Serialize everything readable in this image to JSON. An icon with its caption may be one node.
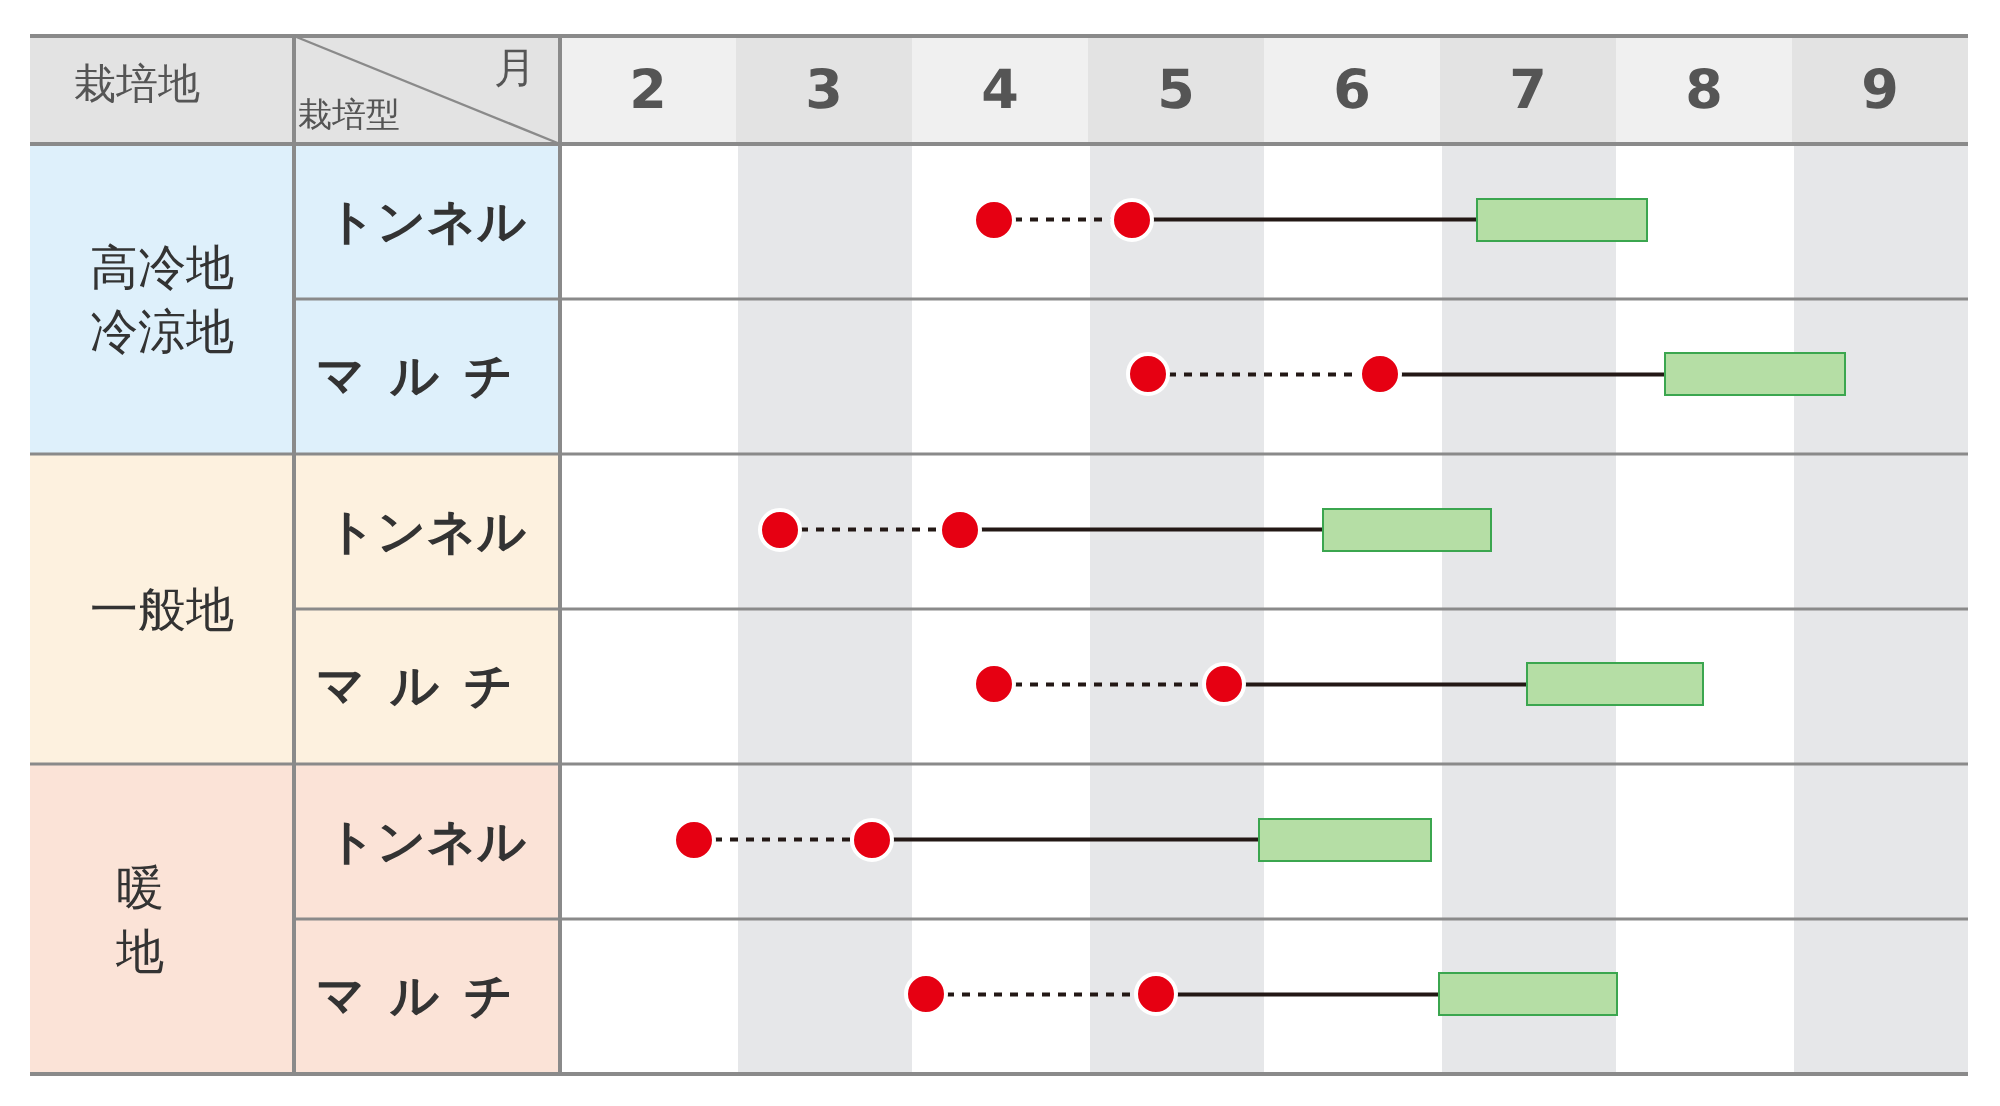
{
  "diagram": {
    "nodes": [
      {
        "text": [],
        "shape": "circle"
      },
      {
        "text": [],
        "shape": "circle"
      },
      {
        "text": [],
        "shape": "bar"
      },
      {
        "text": [],
        "shape": "circle"
      },
      {
        "text": [],
        "shape": "circle"
      },
      {
        "text": [],
        "shape": "bar"
      },
      {
        "text": [],
        "shape": "circle"
      },
      {
        "text": [],
        "shape": "circle"
      },
      {
        "text": [],
        "shape": "bar"
      },
      {
        "text": [],
        "shape": "circle"
      },
      {
        "text": [],
        "shape": "circle"
      },
      {
        "text": [],
        "shape": "bar"
      },
      {
        "text": [],
        "shape": "circle"
      },
      {
        "text": [],
        "shape": "circle"
      },
      {
        "text": [],
        "shape": "bar"
      },
      {
        "text": [],
        "shape": "circle"
      },
      {
        "text": [],
        "shape": "circle"
      },
      {
        "text": [],
        "shape": "bar"
      }
    ],
    "edges": [
      {
        "from": 0,
        "to": 1,
        "arrow": "none",
        "style": "dashed"
      },
      {
        "from": 1,
        "to": 2,
        "arrow": "none"
      },
      {
        "from": 3,
        "to": 4,
        "arrow": "none",
        "style": "dashed"
      },
      {
        "from": 4,
        "to": 5,
        "arrow": "none"
      },
      {
        "from": 6,
        "to": 7,
        "arrow": "none",
        "style": "dashed"
      },
      {
        "from": 7,
        "to": 8,
        "arrow": "none"
      },
      {
        "from": 9,
        "to": 10,
        "arrow": "none",
        "style": "dashed"
      },
      {
        "from": 10,
        "to": 11,
        "arrow": "none"
      },
      {
        "from": 12,
        "to": 13,
        "arrow": "none",
        "style": "dashed"
      },
      {
        "from": 13,
        "to": 14,
        "arrow": "none"
      },
      {
        "from": 15,
        "to": 16,
        "arrow": "none",
        "style": "dashed"
      },
      {
        "from": 16,
        "to": 17,
        "arrow": "none"
      }
    ],
    "labels": [
      "栽培地",
      "栽培型",
      "月",
      "2",
      "3",
      "4",
      "5",
      "6",
      "7",
      "8",
      "9",
      "高冷地冷涼地",
      "トンネル",
      "マルチ",
      "一般地",
      "トンネル",
      "マルチ",
      "暖地",
      "トンネル",
      "マルチ"
    ]
  }
}
